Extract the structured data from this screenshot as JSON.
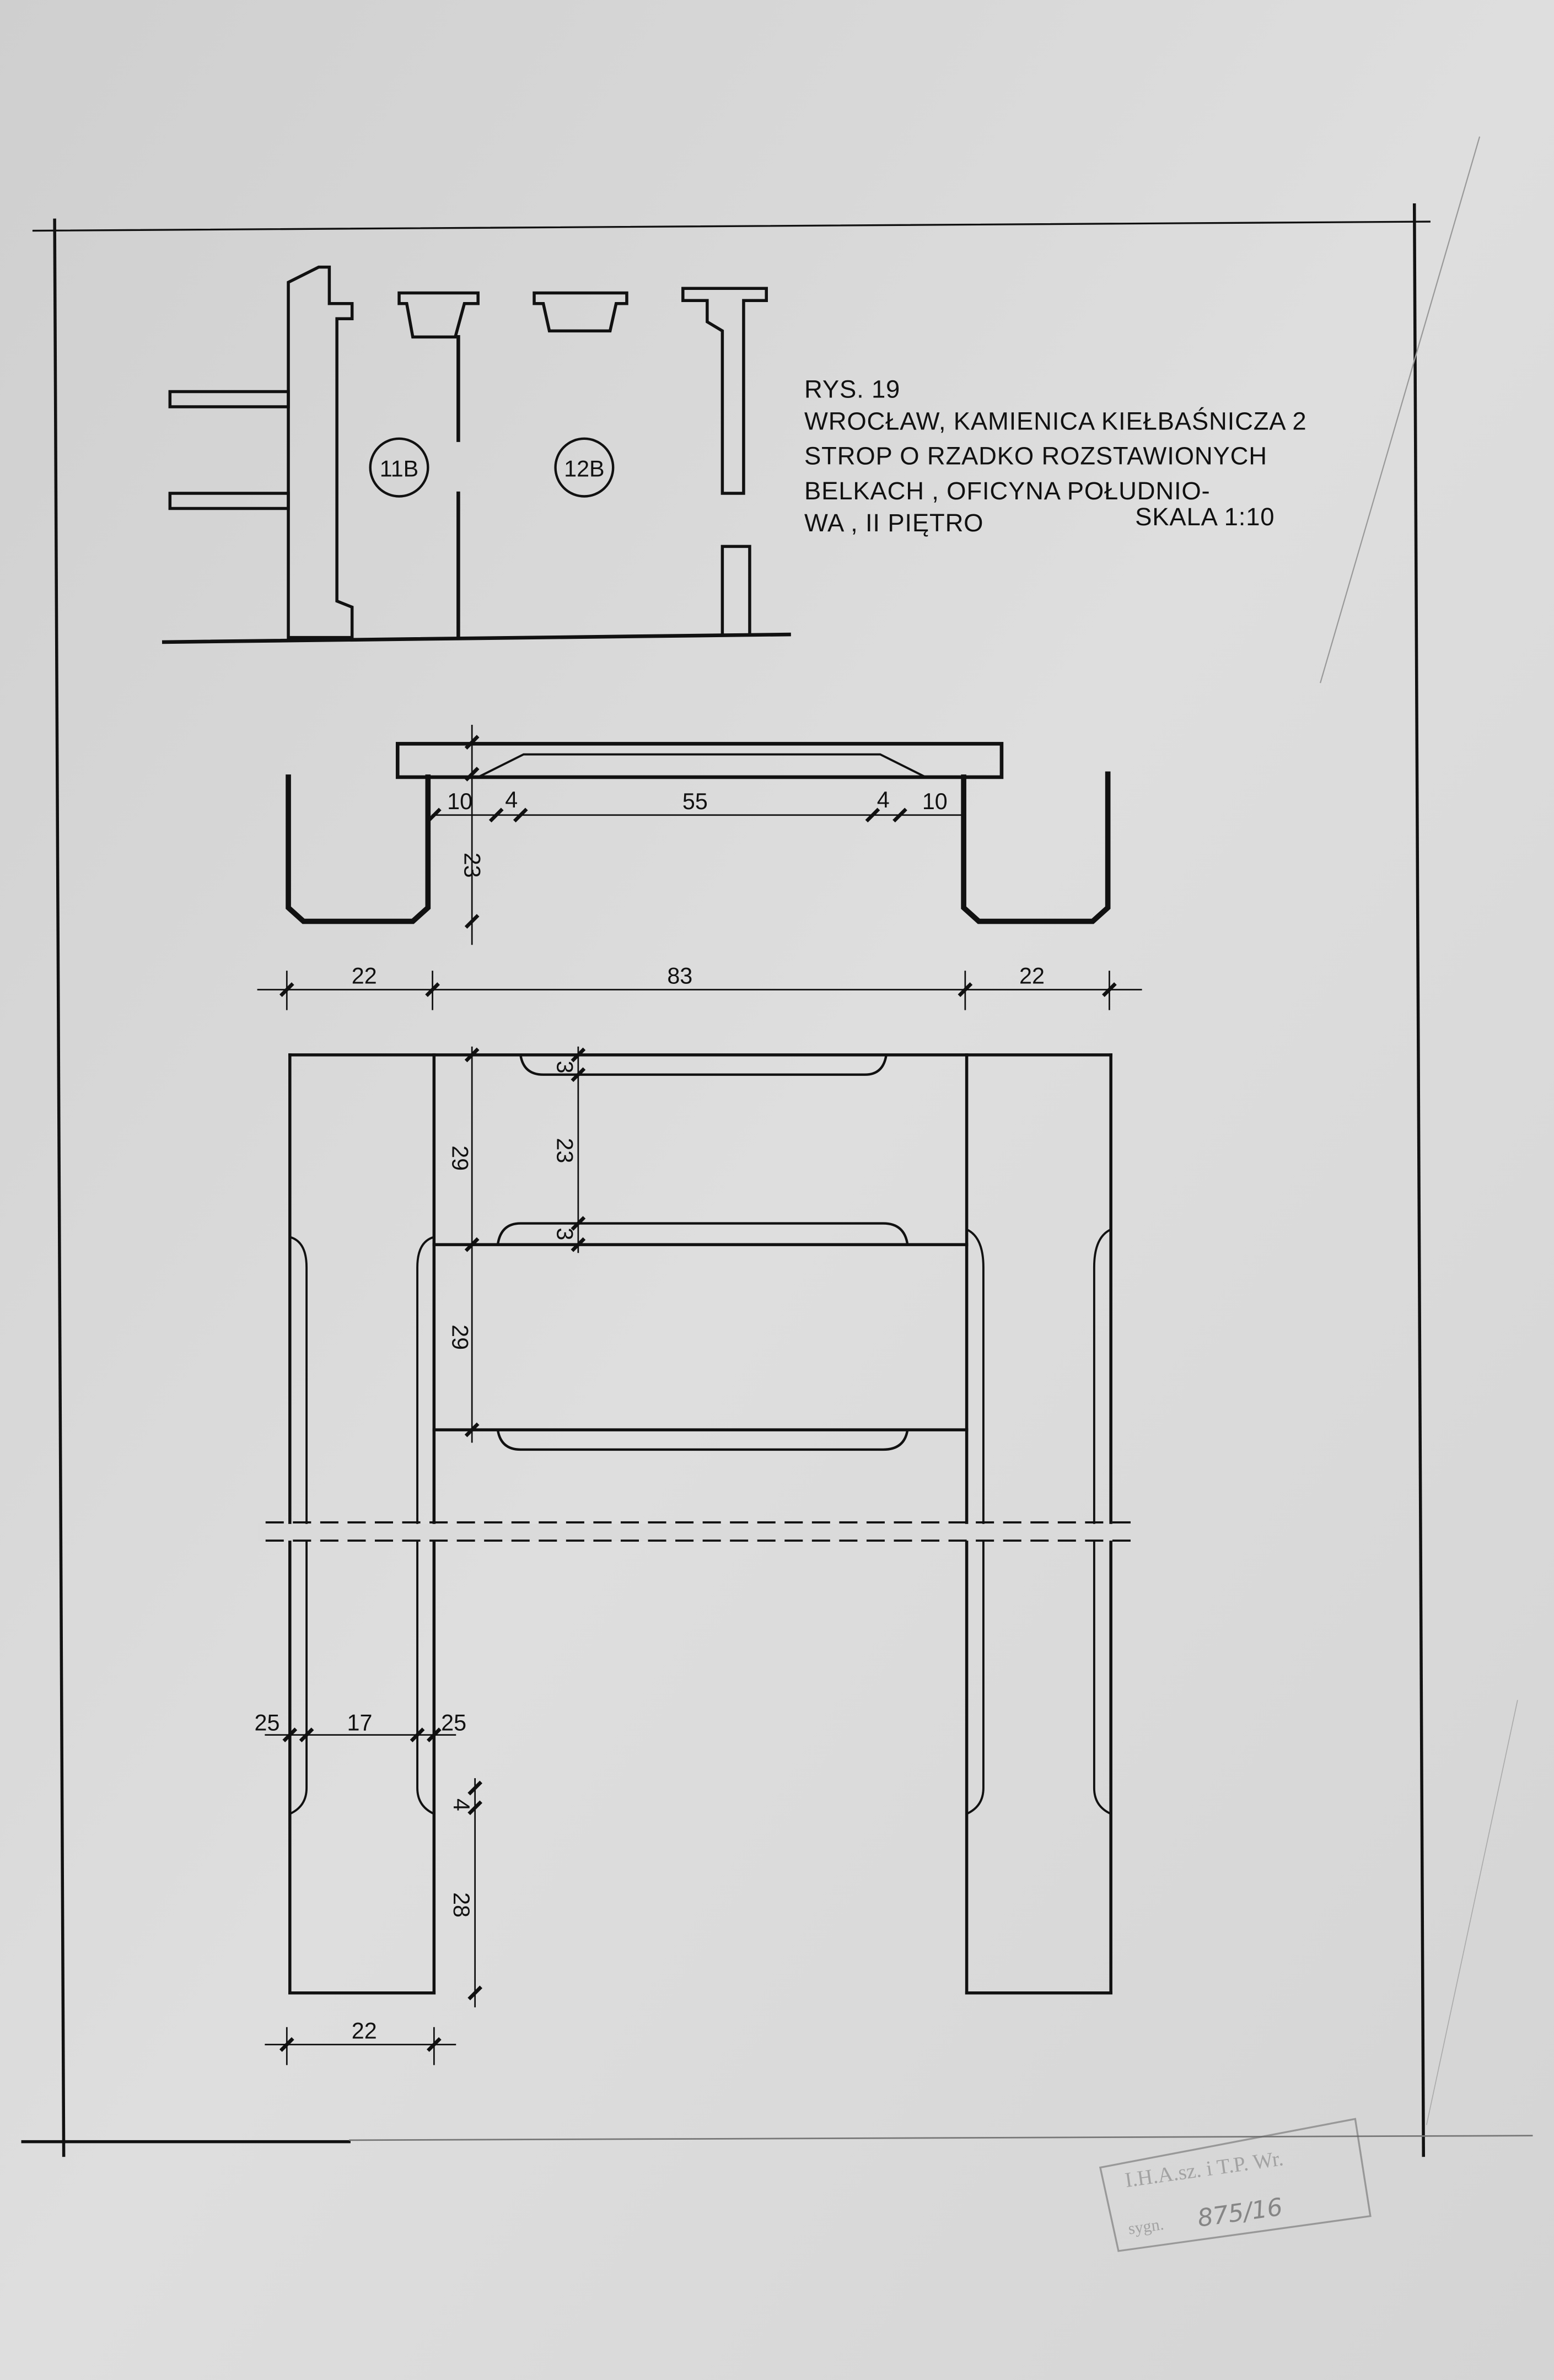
{
  "title_block": {
    "line1": "RYS. 19",
    "line2": "WROCŁAW, KAMIENICA KIEŁBAŚNICZA 2",
    "line3": "STROP O RZADKO ROZSTAWIONYCH",
    "line4": "BELKACH , OFICYNA POŁUDNIO-",
    "line5": "WA , II PIĘTRO",
    "scale": "SKALA 1:10"
  },
  "plan": {
    "room_labels": [
      "11B",
      "12B"
    ]
  },
  "section_dimensions": {
    "top": [
      "10",
      "4",
      "55",
      "4",
      "10"
    ],
    "height": "23",
    "overall": [
      "22",
      "83",
      "22"
    ]
  },
  "plan_dimensions": {
    "left_vertical": [
      "29",
      "29"
    ],
    "beam_vertical": [
      "3",
      "23",
      "3"
    ],
    "bottom_widths": [
      "25",
      "17",
      "25"
    ],
    "bottom_vertical": [
      "4",
      "28"
    ],
    "bottom_overall": "22"
  },
  "stamp": {
    "text": "I.H.A.sz. i T.P. Wr.",
    "label": "sygn.",
    "number": "875/16"
  }
}
